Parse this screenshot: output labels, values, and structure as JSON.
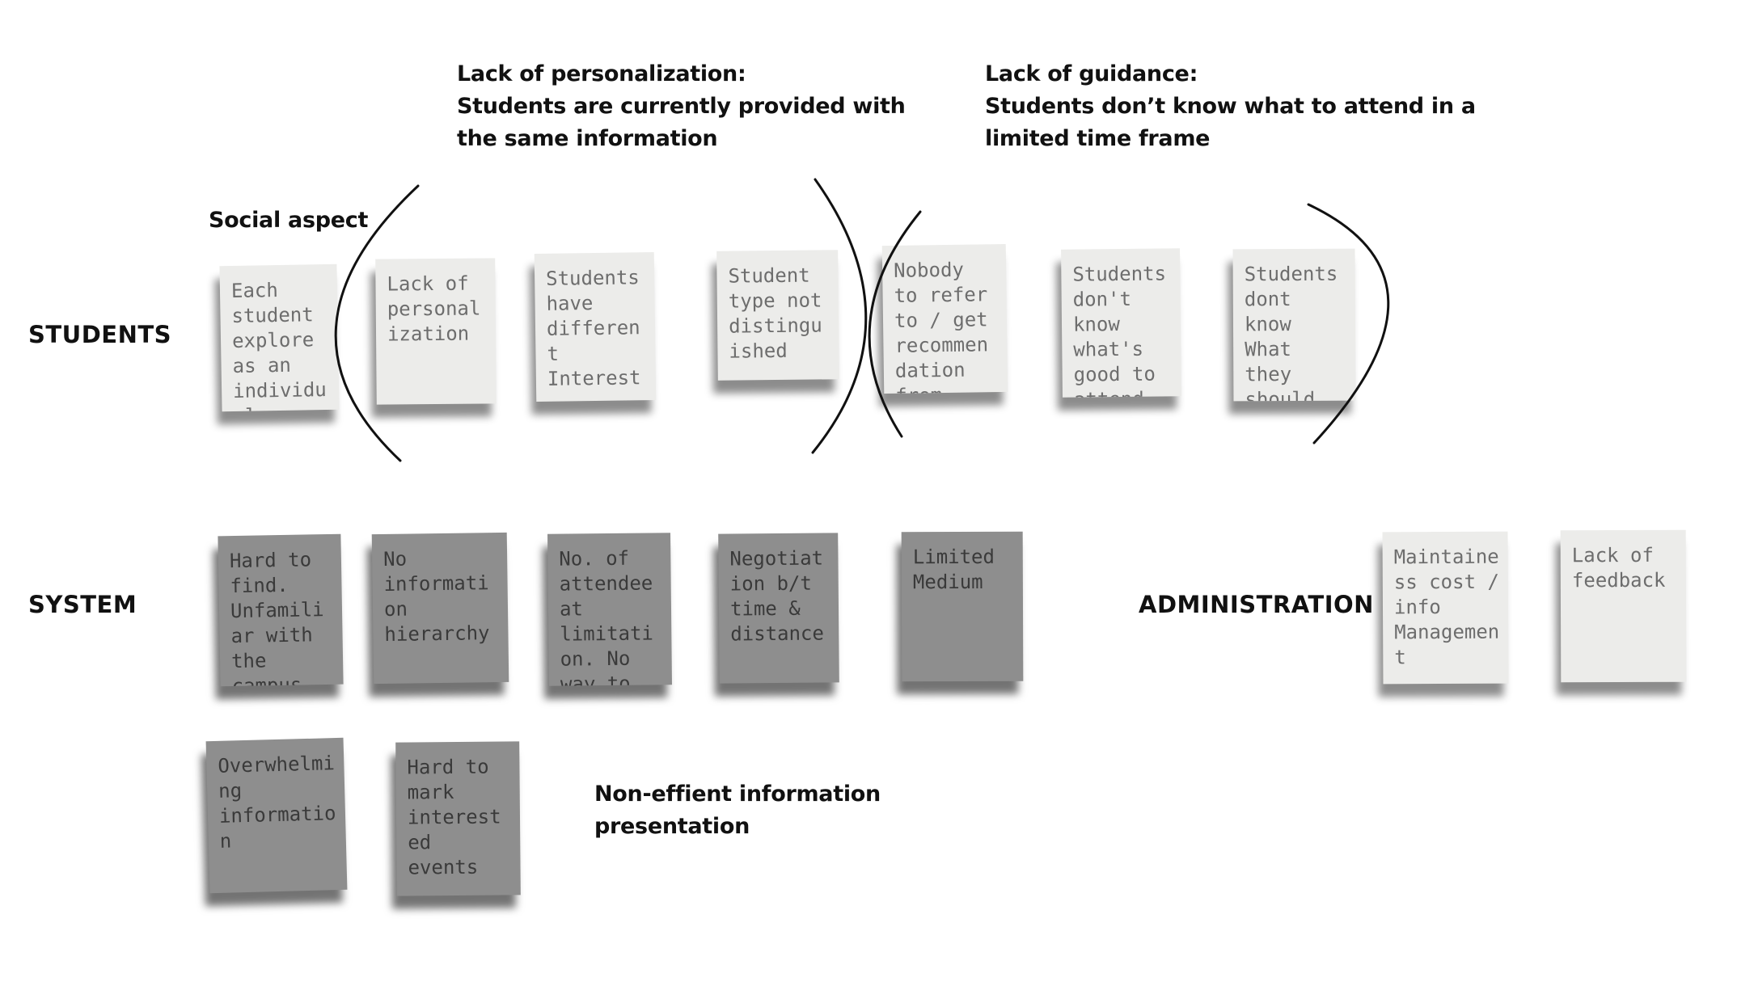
{
  "headings": {
    "personalization": [
      "Lack of personalization:",
      "Students are currently provided with",
      "the same information"
    ],
    "guidance": [
      "Lack of guidance:",
      "Students don’t know what to attend in a",
      "limited time frame"
    ],
    "social_aspect": "Social aspect",
    "non_efficient": [
      "Non-effient information",
      "presentation"
    ]
  },
  "row_labels": {
    "students": "STUDENTS",
    "system": "SYSTEM",
    "administration": "ADMINISTRATION"
  },
  "notes": {
    "students": [
      "Each student explore as an individual. Separated",
      "Lack of personalization",
      "Students have different Interest",
      "Student type not distinguished",
      "Nobody to refer to / get recommendation from",
      "Students don't know what's good to attend",
      "Students dont know What they should attend"
    ],
    "system": [
      "Hard to find. Unfamiliar with the campus",
      "No information hierarchy",
      "No. of attendee at limitation. No way to book",
      "Negotiation b/t time & distance",
      "Limited Medium"
    ],
    "administration": [
      "Maintainess cost / info Management",
      "Lack of feedback"
    ],
    "presentation": [
      "Overwhelming information",
      "Hard to mark interested events"
    ]
  }
}
